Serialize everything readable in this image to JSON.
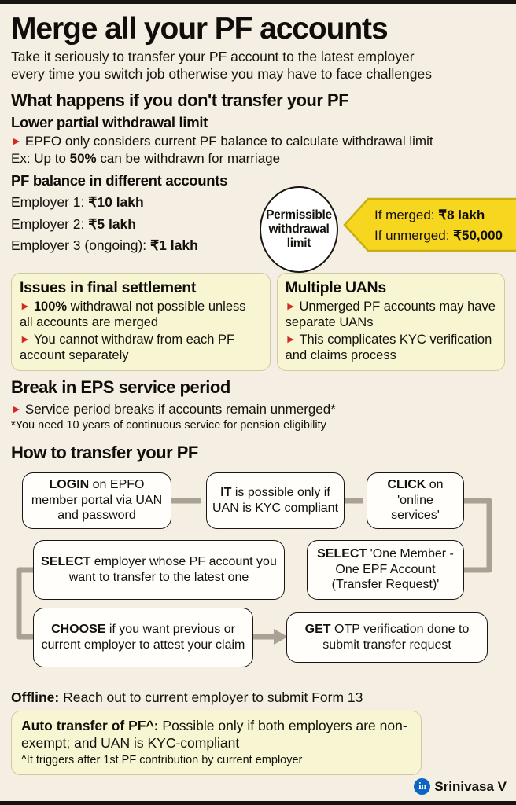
{
  "header": {
    "title": "Merge all your PF accounts",
    "subtitle_line1": "Take it seriously to transfer your PF account to the latest employer",
    "subtitle_line2": "every time you switch job otherwise you may have to face challenges"
  },
  "section_what_happens": {
    "heading": "What happens if you don't transfer your PF",
    "lower_limit": {
      "heading": "Lower partial withdrawal limit",
      "bullet": "EPFO only considers current PF balance to calculate withdrawal limit",
      "example_prefix": "Ex: Up to ",
      "example_bold": "50%",
      "example_suffix": " can be withdrawn for marriage"
    },
    "pf_balance": {
      "heading": "PF balance in different accounts",
      "rows": [
        {
          "label": "Employer 1: ",
          "value": "₹10 lakh"
        },
        {
          "label": "Employer 2: ",
          "value": "₹5 lakh"
        },
        {
          "label": "Employer 3 (ongoing): ",
          "value": "₹1 lakh"
        }
      ],
      "circle_label": "Permissible\nwithdrawal\nlimit",
      "circle_line1": "Permissible",
      "circle_line2": "withdrawal",
      "circle_line3": "limit",
      "flag": {
        "merged_label": "If merged: ",
        "merged_value": "₹8 lakh",
        "unmerged_label": "If unmerged: ",
        "unmerged_value": "₹50,000",
        "color": "#f7d620"
      }
    }
  },
  "issue_boxes": [
    {
      "heading": "Issues in final settlement",
      "bullets": [
        {
          "bold": "100%",
          "rest": " withdrawal not possible unless all accounts are merged"
        },
        {
          "bold": "",
          "rest": "You cannot withdraw from each PF account separately"
        }
      ]
    },
    {
      "heading": "Multiple UANs",
      "bullets": [
        {
          "bold": "",
          "rest": "Unmerged PF accounts may have separate UANs"
        },
        {
          "bold": "",
          "rest": "This complicates KYC verification and claims process"
        }
      ]
    }
  ],
  "eps_break": {
    "heading": "Break in EPS service period",
    "bullet": "Service period breaks if accounts remain unmerged*",
    "footnote": "*You need 10 years of continuous service for pension eligibility"
  },
  "how_to_transfer": {
    "heading": "How to transfer your PF",
    "steps": [
      {
        "bold": "LOGIN",
        "rest": " on EPFO member portal via UAN and password"
      },
      {
        "bold": "IT",
        "rest": " is possible only if UAN is KYC compliant"
      },
      {
        "bold": "CLICK",
        "rest": " on 'online services'"
      },
      {
        "bold": "SELECT",
        "rest": " 'One Member - One EPF Account (Transfer Request)'"
      },
      {
        "bold": "SELECT",
        "rest": " employer whose PF account you want to transfer to the latest one"
      },
      {
        "bold": "CHOOSE",
        "rest": " if you want previous or current employer to attest your claim"
      },
      {
        "bold": "GET",
        "rest": " OTP verification done to submit transfer request"
      }
    ]
  },
  "offline": {
    "label": "Offline:",
    "text": " Reach out to current employer to submit Form 13"
  },
  "auto_transfer": {
    "label": "Auto transfer of PF^:",
    "text": " Possible only if both employers are non-exempt; and UAN is KYC-compliant",
    "footnote": "^It triggers after 1st PF contribution by current employer"
  },
  "credit": {
    "icon": "linkedin-icon",
    "icon_text": "in",
    "name": "Srinivasa V",
    "brand_color": "#0a66c2"
  },
  "colors": {
    "page_background": "#f4efe2",
    "pale_box": "#f8f6d2",
    "bullet_triangle": "#d12a24",
    "flag_yellow": "#f7d620",
    "connector": "#a9a294"
  }
}
